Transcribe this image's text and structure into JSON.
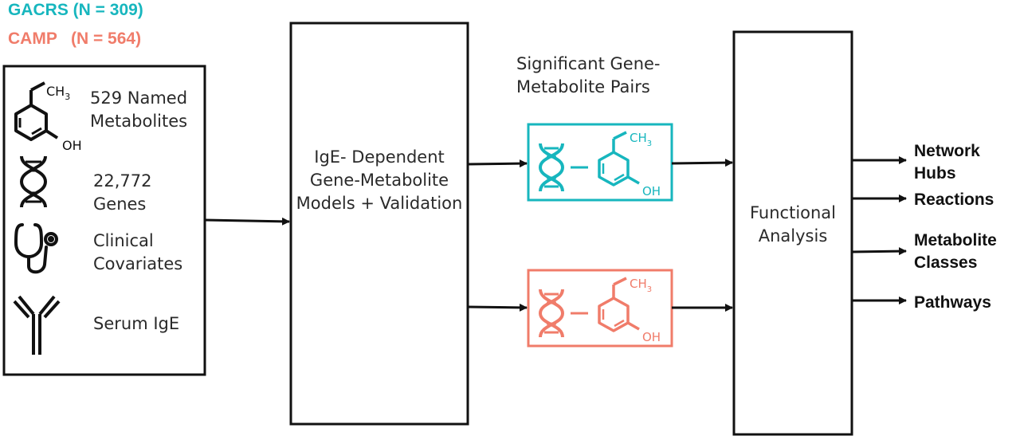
{
  "colors": {
    "gacrs": "#17b6be",
    "camp": "#f07c6a",
    "line": "#111111"
  },
  "cohorts": {
    "gacrs": "GACRS (N = 309)",
    "camp": "CAMP   (N = 564)"
  },
  "inputs": {
    "metabolites": "529 Named Metabolites",
    "genes": "22,772 Genes",
    "clinical": "Clinical Covariates",
    "ige": "Serum IgE"
  },
  "chem": {
    "ch3": "CH",
    "ch3_sub": "3",
    "oh": "OH"
  },
  "models_box": {
    "text": "IgE- Dependent Gene-Metabolite Models + Validation"
  },
  "pairs_title": "Significant Gene- Metabolite Pairs",
  "functional_box": {
    "text": "Functional Analysis"
  },
  "outputs": {
    "hubs": "Network Hubs",
    "reactions": "Reactions",
    "classes": "Metabolite Classes",
    "pathways": "Pathways"
  },
  "icons": [
    "phenol-molecule-icon",
    "dna-icon",
    "stethoscope-icon",
    "antibody-icon"
  ]
}
